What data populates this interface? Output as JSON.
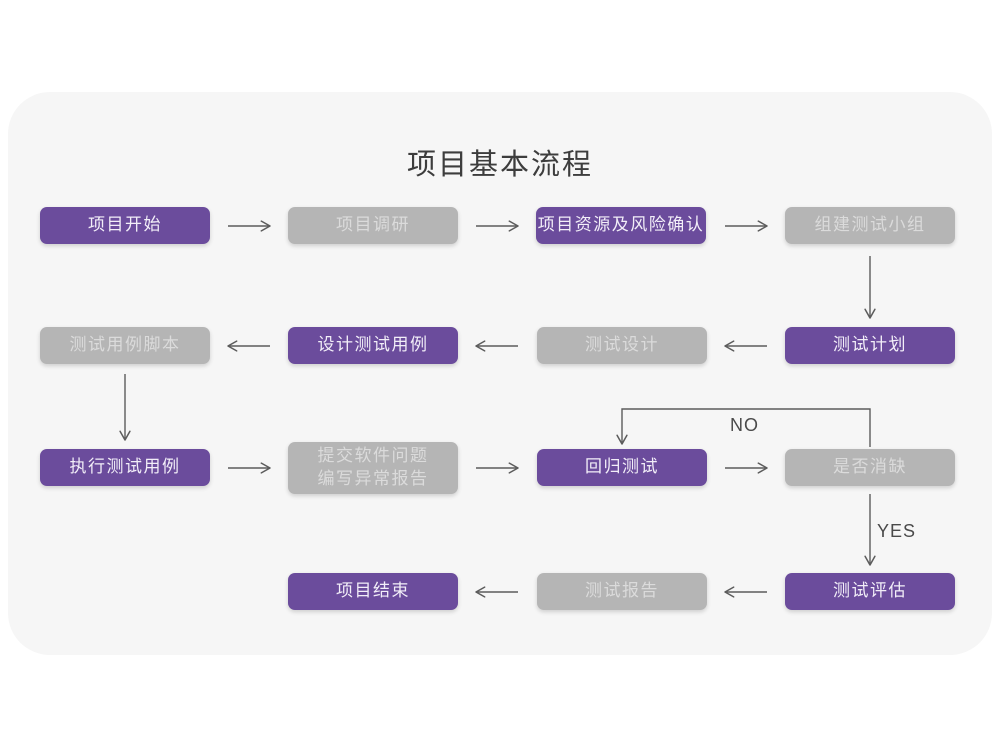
{
  "page": {
    "title": "项目基本流程"
  },
  "colors": {
    "page_bg": "#ffffff",
    "card_bg": "#f6f6f6",
    "node_purple": "#6B4C9C",
    "node_gray": "#b5b5b5",
    "node_purple_text": "#f2eef8",
    "node_gray_text": "#dbdbdb",
    "arrow": "#5c5c5c",
    "title_text": "#3d3d3d"
  },
  "flowchart": {
    "nodes": [
      {
        "id": "project-start",
        "label": "项目开始",
        "variant": "purple"
      },
      {
        "id": "project-research",
        "label": "项目调研",
        "variant": "gray"
      },
      {
        "id": "resource-risk-confirm",
        "label": "项目资源及风险确认",
        "variant": "purple"
      },
      {
        "id": "build-test-team",
        "label": "组建测试小组",
        "variant": "gray"
      },
      {
        "id": "test-case-script",
        "label": "测试用例脚本",
        "variant": "gray"
      },
      {
        "id": "design-test-case",
        "label": "设计测试用例",
        "variant": "purple"
      },
      {
        "id": "test-design",
        "label": "测试设计",
        "variant": "gray"
      },
      {
        "id": "test-plan",
        "label": "测试计划",
        "variant": "purple"
      },
      {
        "id": "execute-test-case",
        "label": "执行测试用例",
        "variant": "purple"
      },
      {
        "id": "submit-issue-report",
        "label": "提交软件问题\n编写异常报告",
        "variant": "gray"
      },
      {
        "id": "regression-test",
        "label": "回归测试",
        "variant": "purple"
      },
      {
        "id": "defect-resolved",
        "label": "是否消缺",
        "variant": "gray"
      },
      {
        "id": "project-end",
        "label": "项目结束",
        "variant": "purple"
      },
      {
        "id": "test-report",
        "label": "测试报告",
        "variant": "gray"
      },
      {
        "id": "test-evaluation",
        "label": "测试评估",
        "variant": "purple"
      }
    ],
    "edge_labels": {
      "no": "NO",
      "yes": "YES"
    }
  }
}
